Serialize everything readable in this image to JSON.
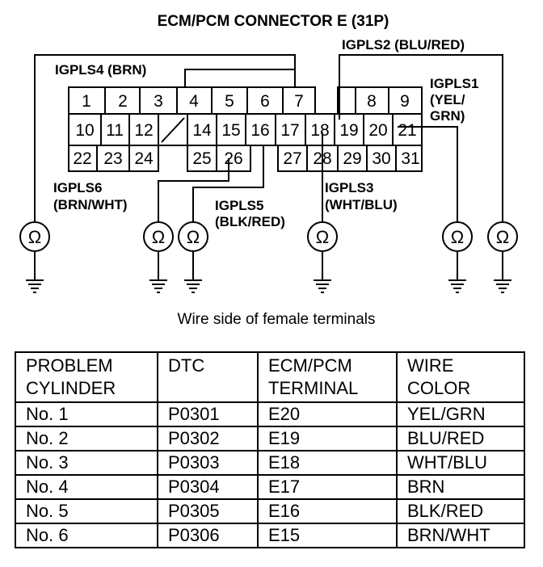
{
  "diagram": {
    "title": "ECM/PCM CONNECTOR E (31P)",
    "caption": "Wire side of female terminals",
    "terminals": [
      "1",
      "2",
      "3",
      "4",
      "5",
      "6",
      "7",
      "8",
      "9",
      "10",
      "11",
      "12",
      "14",
      "15",
      "16",
      "17",
      "18",
      "19",
      "20",
      "21",
      "22",
      "23",
      "24",
      "25",
      "26",
      "27",
      "28",
      "29",
      "30",
      "31"
    ],
    "wires": {
      "igpls1_name": "IGPLS1",
      "igpls1_color_a": "(YEL/",
      "igpls1_color_b": "GRN)",
      "igpls2": "IGPLS2 (BLU/RED)",
      "igpls3_name": "IGPLS3",
      "igpls3_color": "(WHT/BLU)",
      "igpls4": "IGPLS4 (BRN)",
      "igpls5_name": "IGPLS5",
      "igpls5_color": "(BLK/RED)",
      "igpls6_name": "IGPLS6",
      "igpls6_color": "(BRN/WHT)"
    },
    "ohm_symbol": "Ω"
  },
  "table": {
    "headers": [
      [
        "PROBLEM",
        "CYLINDER"
      ],
      [
        "DTC",
        ""
      ],
      [
        "ECM/PCM",
        "TERMINAL"
      ],
      [
        "WIRE",
        "COLOR"
      ]
    ],
    "rows": [
      [
        "No. 1",
        "P0301",
        "E20",
        "YEL/GRN"
      ],
      [
        "No. 2",
        "P0302",
        "E19",
        "BLU/RED"
      ],
      [
        "No. 3",
        "P0303",
        "E18",
        "WHT/BLU"
      ],
      [
        "No. 4",
        "P0304",
        "E17",
        "BRN"
      ],
      [
        "No. 5",
        "P0305",
        "E16",
        "BLK/RED"
      ],
      [
        "No. 6",
        "P0306",
        "E15",
        "BRN/WHT"
      ]
    ]
  }
}
